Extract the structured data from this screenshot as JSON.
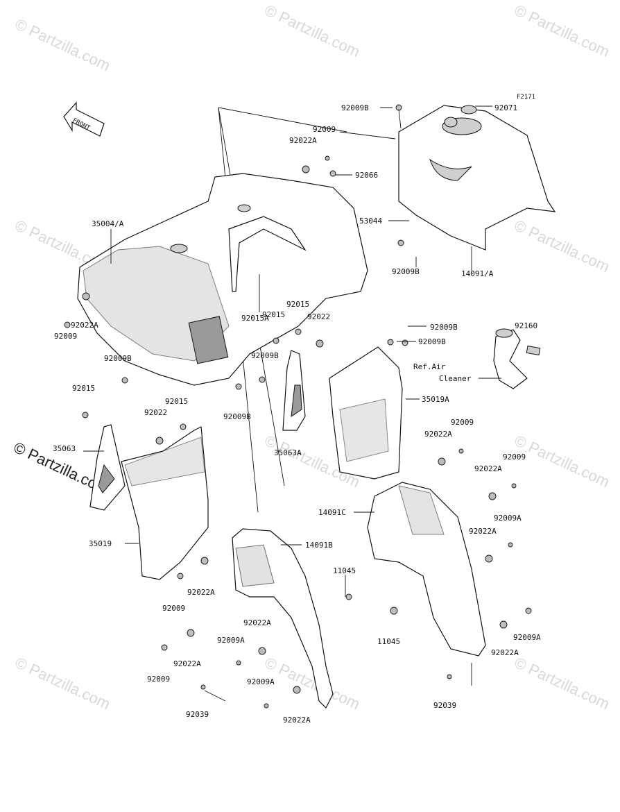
{
  "figure_code": "F2171",
  "front_label": "FRONT",
  "watermark": "© Partzilla.com",
  "ref_note_line1": "Ref.Air",
  "ref_note_line2": "Cleaner",
  "labels": {
    "l_92009B_top": "92009B",
    "l_92071": "92071",
    "l_92009_top": "92009",
    "l_92022A_top": "92022A",
    "l_92066": "92066",
    "l_35004A": "35004/A",
    "l_53044": "53044",
    "l_92009B_r1": "92009B",
    "l_14091A": "14091/A",
    "l_92015A": "92015A",
    "l_92015_a": "92015",
    "l_92015_b": "92015",
    "l_92022_mid": "92022",
    "l_92022A_left": "92022A",
    "l_92009_left": "92009",
    "l_92009B_r2": "92009B",
    "l_92009B_r3": "92009B",
    "l_92160": "92160",
    "l_92009B_left": "92009B",
    "l_92009B_mid": "92009B",
    "l_92015_left": "92015",
    "l_92009B_low": "92009B",
    "l_35019A": "35019A",
    "l_92015_c": "92015",
    "l_92022_c": "92022",
    "l_92009_r": "92009",
    "l_92022A_r": "92022A",
    "l_35063": "35063",
    "l_35063A": "35063A",
    "l_92009_r2": "92009",
    "l_92022A_r2": "92022A",
    "l_14091C": "14091C",
    "l_92009A_r": "92009A",
    "l_92022A_r3": "92022A",
    "l_35019": "35019",
    "l_14091B": "14091B",
    "l_11045_top": "11045",
    "l_92022A_low": "92022A",
    "l_92009_low": "92009",
    "l_92022A_l2": "92022A",
    "l_92009A_l": "92009A",
    "l_11045_low": "11045",
    "l_92009A_r2": "92009A",
    "l_92022A_r4": "92022A",
    "l_92022A_l3": "92022A",
    "l_92009_l3": "92009",
    "l_92009A_l2": "92009A",
    "l_92039_l": "92039",
    "l_92022A_bot": "92022A",
    "l_92039_r": "92039"
  }
}
